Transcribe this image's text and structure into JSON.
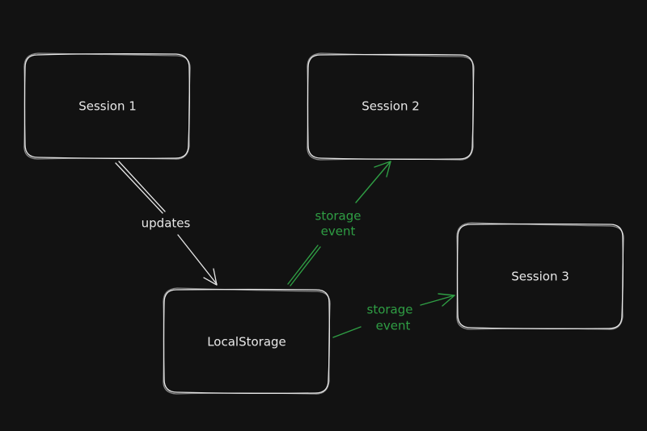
{
  "nodes": {
    "session1": "Session 1",
    "session2": "Session 2",
    "session3": "Session 3",
    "localstorage": "LocalStorage"
  },
  "edges": {
    "updates": "updates",
    "storage_event_1_line1": "storage",
    "storage_event_1_line2": "event",
    "storage_event_2_line1": "storage",
    "storage_event_2_line2": "event"
  },
  "colors": {
    "background": "#121212",
    "stroke": "#e6e6e6",
    "event_green": "#2f9e44"
  }
}
